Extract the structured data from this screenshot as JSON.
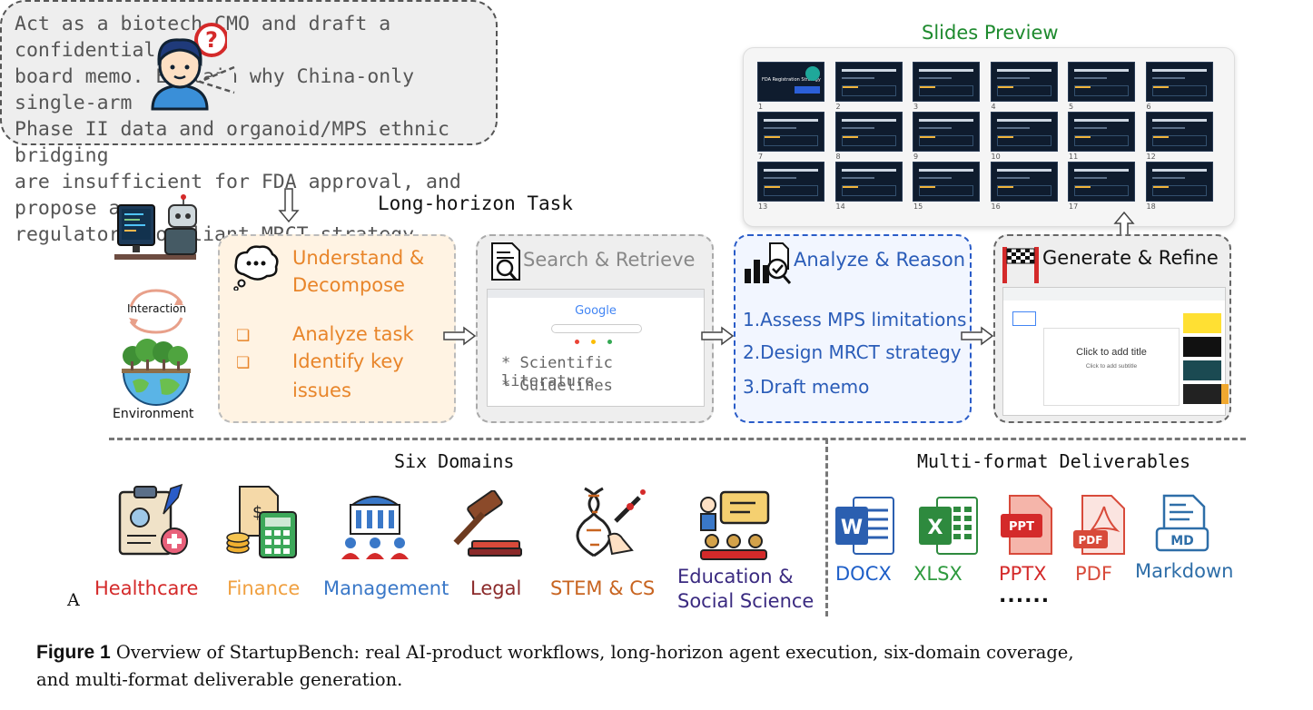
{
  "prompt": {
    "text": "Act as a biotech CMO and draft a confidential\nboard memo. Explain why China-only single-arm\nPhase II data and organoid/MPS ethnic bridging\nare insufficient for FDA approval, and propose a\nregulatory-compliant MRCT strategy."
  },
  "task_label": "Long-horizon Task",
  "agent": {
    "interaction_label": "Interaction",
    "environment_label": "Environment"
  },
  "stages": {
    "understand": {
      "title_line1": "Understand &",
      "title_line2": "Decompose",
      "items": [
        "Analyze task",
        "Identify key",
        "issues"
      ]
    },
    "search": {
      "title": "Search & Retrieve",
      "browser_logo": "Google",
      "items": [
        "* Scientific literature",
        "* Guidelines"
      ]
    },
    "analyze": {
      "title": "Analyze & Reason",
      "items": [
        "1.Assess MPS limitations",
        "2.Design MRCT strategy",
        "3.Draft memo"
      ]
    },
    "generate": {
      "title": "Generate & Refine",
      "slide_title": "Click to add title",
      "slide_subtitle": "Click to add subtitle"
    }
  },
  "slides_preview": {
    "title": "Slides Preview",
    "first_slide_title": "FDA Registration Strategy",
    "numbers": [
      "1",
      "2",
      "3",
      "4",
      "5",
      "6",
      "7",
      "8",
      "9",
      "10",
      "11",
      "12",
      "13",
      "14",
      "15",
      "16",
      "17",
      "18"
    ]
  },
  "domains": {
    "title": "Six Domains",
    "items": [
      {
        "label": "Healthcare",
        "color": "#d42a2a",
        "icon": "healthcare-clipboard-icon"
      },
      {
        "label": "Finance",
        "color": "#f0a040",
        "icon": "finance-calculator-icon"
      },
      {
        "label": "Management",
        "color": "#3a78c8",
        "icon": "management-building-icon"
      },
      {
        "label": "Legal",
        "color": "#8b2a2a",
        "icon": "legal-gavel-icon"
      },
      {
        "label": "STEM & CS",
        "color": "#c86420",
        "icon": "stem-dna-icon"
      },
      {
        "label_line1": "Education &",
        "label_line2": "Social Science",
        "color": "#3a2a80",
        "icon": "education-teacher-icon"
      }
    ],
    "corner_mark": "A"
  },
  "deliverables": {
    "title": "Multi-format Deliverables",
    "items": [
      {
        "label": "DOCX",
        "color": "#1e5fc8",
        "icon": "word-docx-icon",
        "badge": "W"
      },
      {
        "label": "XLSX",
        "color": "#2e9a3e",
        "icon": "excel-xlsx-icon",
        "badge": "X"
      },
      {
        "label": "PPTX",
        "color": "#d42a2a",
        "icon": "powerpoint-pptx-icon",
        "badge": "PPT"
      },
      {
        "label": "PDF",
        "color": "#d84a3a",
        "icon": "pdf-icon",
        "badge": "PDF"
      },
      {
        "label": "Markdown",
        "color": "#2e6ea8",
        "icon": "markdown-icon",
        "badge": "MD"
      }
    ],
    "more": "......"
  },
  "caption": {
    "label": "Figure 1",
    "text": " Overview of StartupBench: real AI-product workflows, long-horizon agent execution, six-domain coverage,",
    "text_line2": "and multi-format deliverable generation."
  }
}
